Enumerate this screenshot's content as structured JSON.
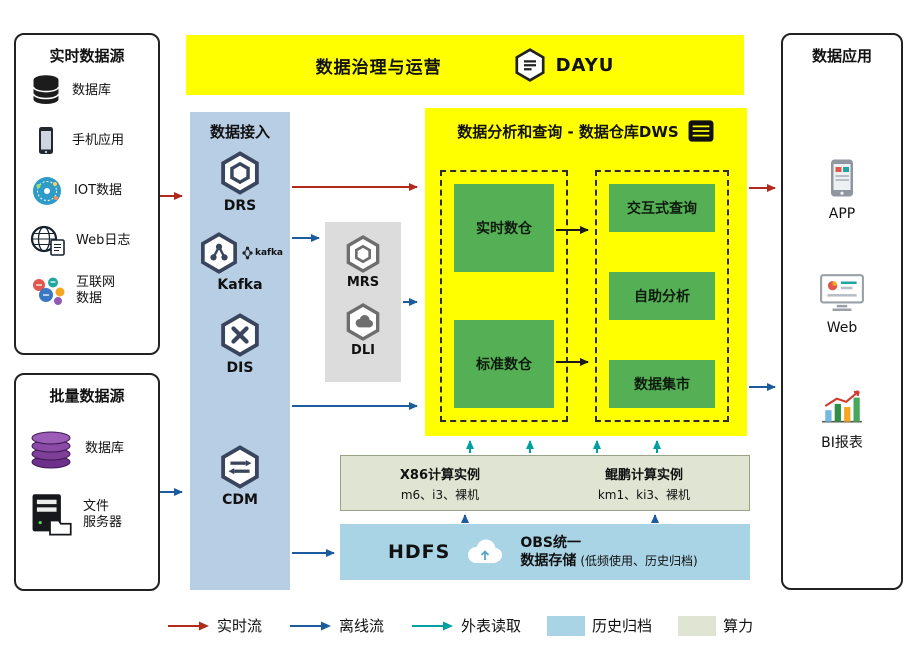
{
  "colors": {
    "governance_bar": "#FFFF00",
    "dws_panel": "#FFFF00",
    "ingestion_panel": "#B7CEE5",
    "middleware_panel": "#DCDCDC",
    "compute_bar": "#DFE5D2",
    "storage_bar": "#A9D4E5",
    "green_module": "#55B055",
    "realtime_arrow": "#B22A1D",
    "offline_arrow": "#1C5C9E",
    "external_arrow": "#00A0A0"
  },
  "governance": {
    "title": "数据治理与运营",
    "brand": "DAYU"
  },
  "realtime_sources": {
    "title": "实时数据源",
    "items": [
      {
        "label": "数据库"
      },
      {
        "label": "手机应用"
      },
      {
        "label": "IOT数据"
      },
      {
        "label": "Web日志"
      },
      {
        "label": "互联网\n数据"
      }
    ]
  },
  "batch_sources": {
    "title": "批量数据源",
    "items": [
      {
        "label": "数据库"
      },
      {
        "label": "文件\n服务器"
      }
    ]
  },
  "ingestion": {
    "title": "数据接入",
    "items": [
      {
        "label": "DRS"
      },
      {
        "label": "Kafka",
        "logo_text": "kafka"
      },
      {
        "label": "DIS"
      },
      {
        "label": "CDM"
      }
    ]
  },
  "middleware": {
    "items": [
      {
        "label": "MRS"
      },
      {
        "label": "DLI"
      }
    ]
  },
  "dws": {
    "title": "数据分析和查询 - 数据仓库DWS",
    "warehouses": [
      {
        "label": "实时数仓"
      },
      {
        "label": "标准数仓"
      }
    ],
    "services": [
      {
        "label": "交互式查询"
      },
      {
        "label": "自助分析"
      },
      {
        "label": "数据集市"
      }
    ]
  },
  "compute": {
    "x86_title": "X86计算实例",
    "x86_spec": "m6、i3、裸机",
    "kunpeng_title": "鲲鹏计算实例",
    "kunpeng_spec": "km1、ki3、裸机"
  },
  "storage": {
    "hdfs": "HDFS",
    "obs_line1": "OBS统一",
    "obs_line2": "数据存储",
    "obs_note": "(低频使用、历史归档)"
  },
  "applications": {
    "title": "数据应用",
    "items": [
      {
        "label": "APP"
      },
      {
        "label": "Web"
      },
      {
        "label": "BI报表"
      }
    ]
  },
  "legend": {
    "realtime": "实时流",
    "offline": "离线流",
    "external": "外表读取",
    "archive": "历史归档",
    "compute": "算力"
  }
}
